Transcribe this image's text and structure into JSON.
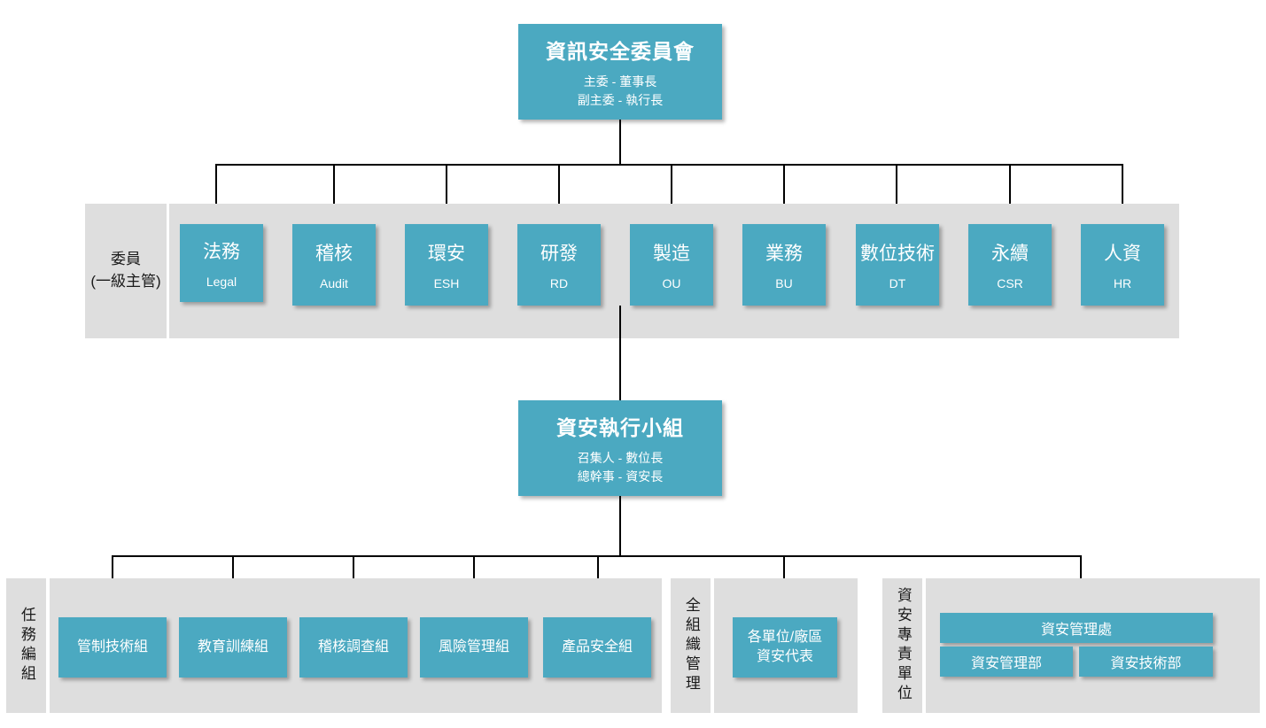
{
  "colors": {
    "node": "#4ba9c1",
    "band": "#dedede",
    "line": "#000000",
    "node_text": "#ffffff",
    "label_text": "#1a1a1a"
  },
  "top": {
    "title": "資訊安全委員會",
    "sub_line1": "主委 - 董事長",
    "sub_line2": "副主委 - 執行長"
  },
  "committee": {
    "label_line1": "委員",
    "label_line2": "(一級主管)",
    "members": [
      {
        "cn": "法務",
        "en": "Legal"
      },
      {
        "cn": "稽核",
        "en": "Audit"
      },
      {
        "cn": "環安",
        "en": "ESH"
      },
      {
        "cn": "研發",
        "en": "RD"
      },
      {
        "cn": "製造",
        "en": "OU"
      },
      {
        "cn": "業務",
        "en": "BU"
      },
      {
        "cn": "數位技術",
        "en": "DT"
      },
      {
        "cn": "永續",
        "en": "CSR"
      },
      {
        "cn": "人資",
        "en": "HR"
      }
    ]
  },
  "mid": {
    "title": "資安執行小組",
    "sub_line1": "召集人 - 數位長",
    "sub_line2": "總幹事 - 資安長"
  },
  "bottom": {
    "task_label": "任務編組",
    "task_groups": [
      "管制技術組",
      "教育訓練組",
      "稽核調查組",
      "風險管理組",
      "產品安全組"
    ],
    "org_label": "全組織管理",
    "org_node_line1": "各單位/廠區",
    "org_node_line2": "資安代表",
    "dedicated_label": "資安專責單位",
    "dedicated_head": "資安管理處",
    "dedicated_subs": [
      "資安管理部",
      "資安技術部"
    ]
  }
}
